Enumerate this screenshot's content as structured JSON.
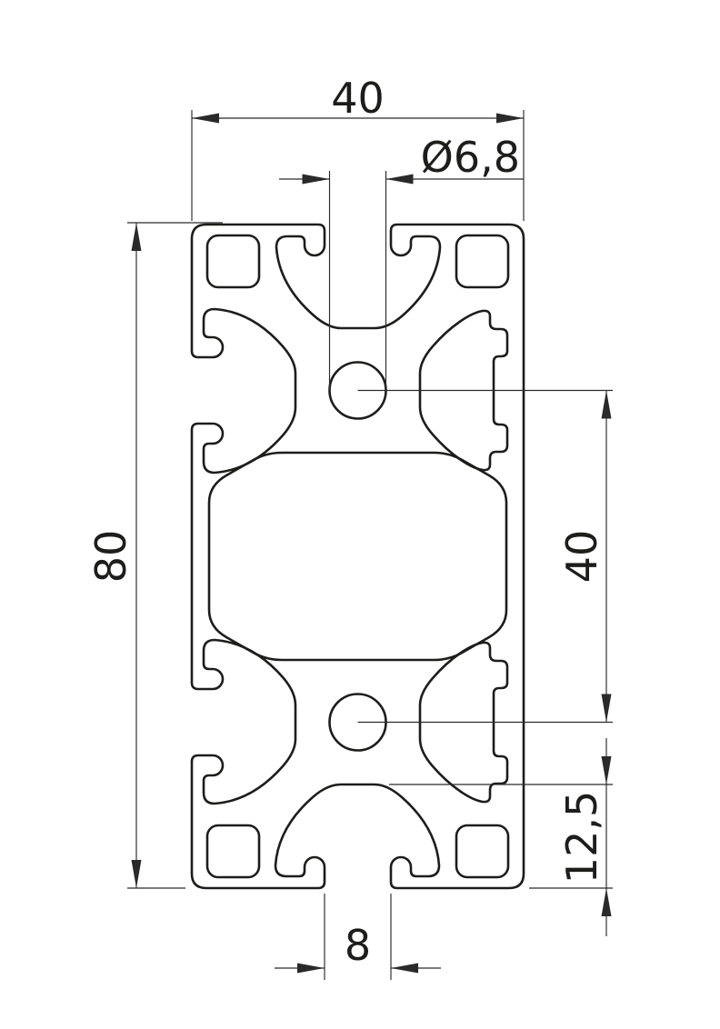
{
  "drawing": {
    "type": "technical-cross-section",
    "subject": "aluminium-extrusion-profile",
    "colors": {
      "line": "#1d1d1b",
      "dimension_line": "#2a2a2a",
      "background": "#ffffff"
    },
    "dimensions": {
      "width_top": "40",
      "core_hole_diameter": "Ø6,8",
      "height_left": "80",
      "hole_spacing_right": "40",
      "slot_depth_right": "12,5",
      "slot_opening_bottom": "8"
    }
  }
}
